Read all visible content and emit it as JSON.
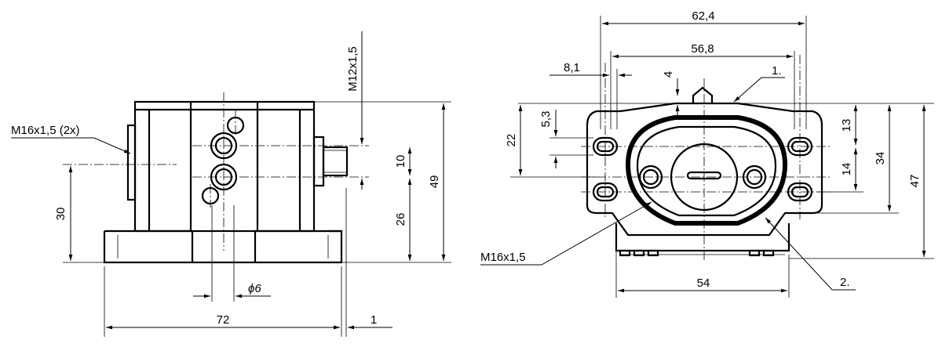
{
  "drawing": {
    "left_view": {
      "thread_main": "M16x1,5 (2x)",
      "thread_top": "M12x1,5",
      "dim_height_total": "49",
      "dim_port_height": "26",
      "dim_port_spacing": "10",
      "dim_axis_height": "30",
      "dim_hole_dia": "ϕ6",
      "dim_width": "72",
      "dim_offset": "1"
    },
    "right_view": {
      "dim_overall_width": "62,4",
      "dim_hole_spacing": "56,8",
      "dim_slot": "8,1",
      "dim_top_height": "4",
      "callout_1": "1.",
      "callout_2": "2.",
      "dim_upper": "22",
      "dim_slot_height": "5,3",
      "dim_r13": "13",
      "dim_r14": "14",
      "dim_r34": "34",
      "dim_r47": "47",
      "thread_bottom": "M16x1,5",
      "dim_base_width": "54"
    }
  }
}
